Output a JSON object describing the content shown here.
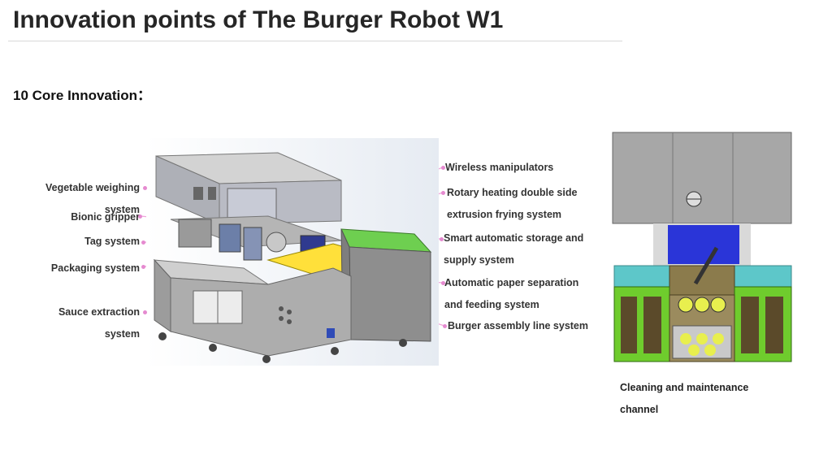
{
  "title": "Innovation points of The Burger Robot W1",
  "subtitle": "10 Core Innovation：",
  "left_labels": [
    {
      "line1": "Vegetable weighing",
      "line2": "system"
    },
    {
      "line1": "Bionic gripper",
      "line2": ""
    },
    {
      "line1": "Tag system",
      "line2": ""
    },
    {
      "line1": "Packaging system",
      "line2": ""
    },
    {
      "line1": "Sauce extraction",
      "line2": "system"
    }
  ],
  "right_labels": [
    {
      "line1": "Wireless manipulators",
      "line2": ""
    },
    {
      "line1": "Rotary heating double side",
      "line2": "extrusion frying system"
    },
    {
      "line1": "Smart automatic storage and",
      "line2": "supply system"
    },
    {
      "line1": "Automatic paper separation",
      "line2": "and feeding system"
    },
    {
      "line1": "Burger assembly line system",
      "line2": ""
    }
  ],
  "caption": {
    "line1": "Cleaning and maintenance",
    "line2": "channel"
  },
  "colors": {
    "callout_line": "#f0a6dc",
    "machine_gray": "#9a9a9a",
    "green": "#6fc23a",
    "blue": "#2a35d8",
    "teal": "#5dc7c9"
  }
}
